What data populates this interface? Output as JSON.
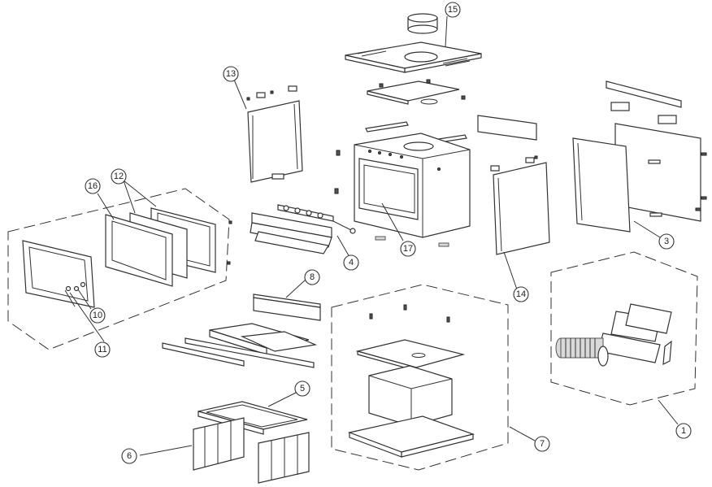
{
  "callouts": [
    {
      "id": "c1",
      "label": "1"
    },
    {
      "id": "c3",
      "label": "3"
    },
    {
      "id": "c4",
      "label": "4"
    },
    {
      "id": "c5",
      "label": "5"
    },
    {
      "id": "c6",
      "label": "6"
    },
    {
      "id": "c7",
      "label": "7"
    },
    {
      "id": "c8",
      "label": "8"
    },
    {
      "id": "c10",
      "label": "10"
    },
    {
      "id": "c11",
      "label": "11"
    },
    {
      "id": "c12",
      "label": "12"
    },
    {
      "id": "c13",
      "label": "13"
    },
    {
      "id": "c14",
      "label": "14"
    },
    {
      "id": "c15",
      "label": "15"
    },
    {
      "id": "c16",
      "label": "16"
    },
    {
      "id": "c17",
      "label": "17"
    }
  ]
}
